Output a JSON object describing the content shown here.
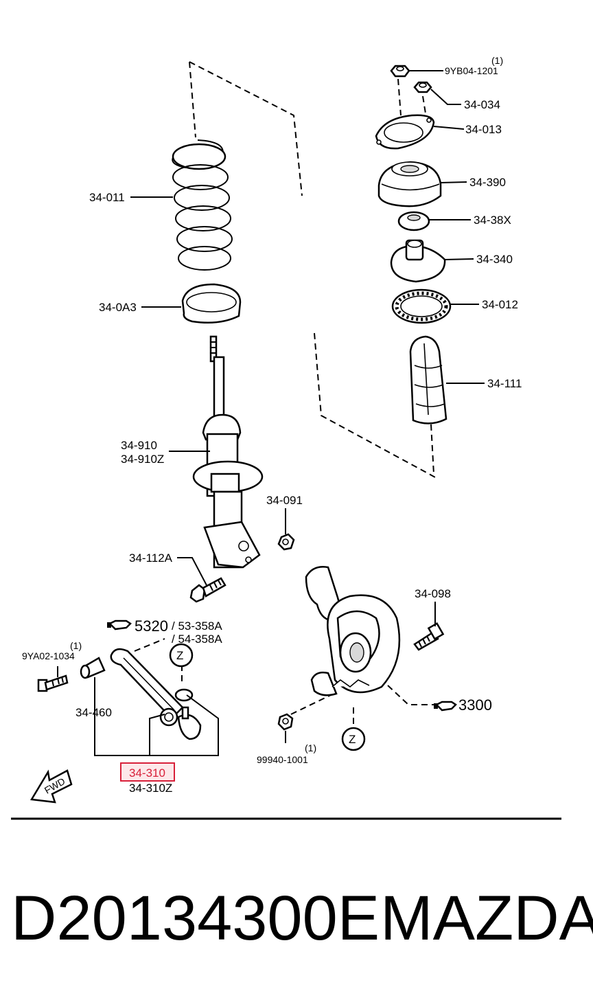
{
  "diagram": {
    "labels": {
      "nut_top_qty": "(1)",
      "nut_top": "9YB04-1201",
      "nut_upper": "34-034",
      "plate": "34-013",
      "mount": "34-390",
      "bearing": "34-38X",
      "seat": "34-340",
      "spring_seat": "34-012",
      "boot": "34-111",
      "spring": "34-011",
      "insulator": "34-0A3",
      "strut": "34-910",
      "strut_z": "34-910Z",
      "strut_nut": "34-091",
      "strut_bolt": "34-112A",
      "hub_bolt": "34-098",
      "ref_5320": "5320",
      "ref_358a_1": "/ 53-358A",
      "ref_358a_2": "/ 54-358A",
      "bolt_left_qty": "(1)",
      "bolt_left": "9YA02-1034",
      "bushing": "34-460",
      "arm": "34-310",
      "arm_z": "34-310Z",
      "knuckle_ref": "3300",
      "nut_bottom_qty": "(1)",
      "nut_bottom": "99940-1001",
      "marker_z1": "Z",
      "marker_z2": "Z",
      "fwd": "FWD"
    },
    "highlight_color": "#d8203a"
  },
  "footer": {
    "part_number": "D20134300E",
    "brand": "MAZDA"
  }
}
